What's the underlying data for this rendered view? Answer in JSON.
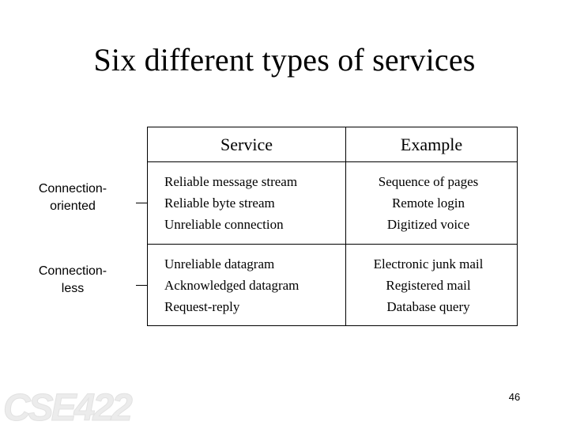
{
  "slide": {
    "title": "Six different types of services",
    "page_number": "46",
    "watermark": "CSE422"
  },
  "categories": [
    {
      "line1": "Connection-",
      "line2": "oriented"
    },
    {
      "line1": "Connection-",
      "line2": "less"
    }
  ],
  "table": {
    "headers": {
      "service": "Service",
      "example": "Example"
    },
    "rows": [
      {
        "category": "Connection-oriented",
        "service": [
          "Reliable message stream",
          "Reliable byte stream",
          "Unreliable connection"
        ],
        "example": [
          "Sequence of pages",
          "Remote login",
          "Digitized voice"
        ]
      },
      {
        "category": "Connectionless",
        "service": [
          "Unreliable datagram",
          "Acknowledged datagram",
          "Request-reply"
        ],
        "example": [
          "Electronic junk mail",
          "Registered mail",
          "Database query"
        ]
      }
    ]
  },
  "colors": {
    "background": "#ffffff",
    "text": "#000000",
    "border": "#000000",
    "watermark": "#ececec"
  }
}
